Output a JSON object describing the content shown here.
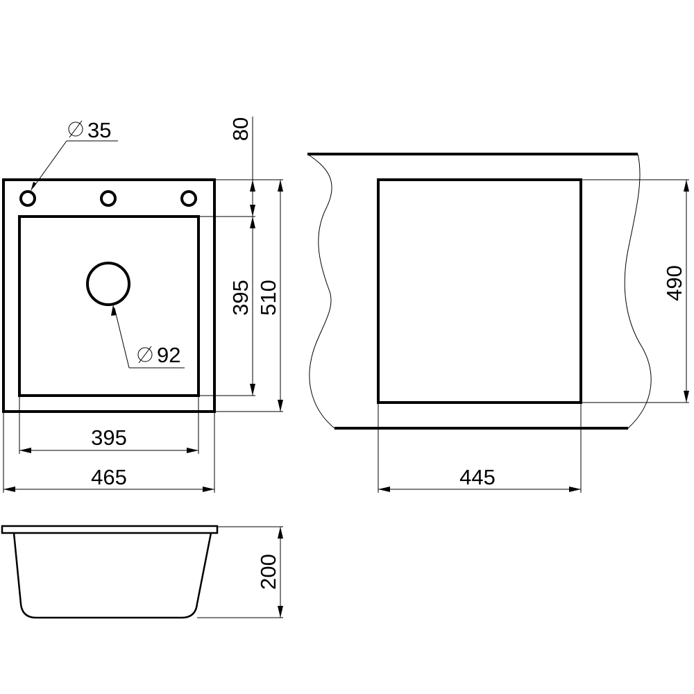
{
  "colors": {
    "line": "#000000",
    "background": "#ffffff"
  },
  "top_view": {
    "tap_hole_diameter": "35",
    "drain_diameter": "92",
    "deck_depth": "80",
    "bowl_depth": "395",
    "overall_depth": "510",
    "bowl_width": "395",
    "overall_width": "465"
  },
  "cutout_view": {
    "cutout_depth": "490",
    "cutout_width": "445"
  },
  "side_view": {
    "bowl_height": "200"
  }
}
